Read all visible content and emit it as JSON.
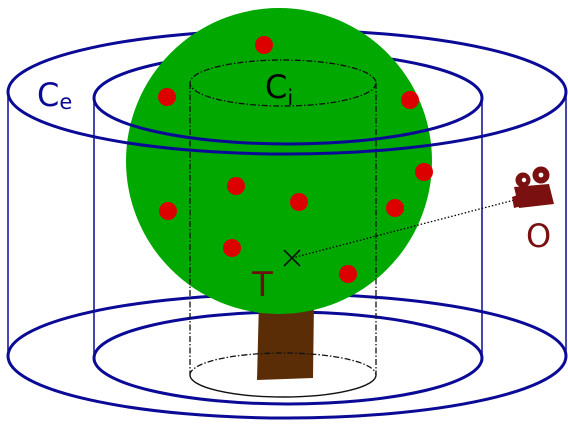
{
  "labels": {
    "outer_cylinder": {
      "main": "C",
      "sub": "e"
    },
    "inner_cylinder": {
      "main": "C",
      "sub": "i"
    },
    "target": "T",
    "observer": "O"
  },
  "icons": {
    "observer": "video-camera-icon",
    "target": "x-mark-icon"
  },
  "colors": {
    "cylinder": "#0a0a96",
    "canopy": "#00a800",
    "fruit": "#dd0000",
    "trunk": "#5a2d06",
    "target_label": "#6b0f0f",
    "observer": "#7a1010",
    "inner_core": "#111111",
    "background": "#ffffff"
  }
}
